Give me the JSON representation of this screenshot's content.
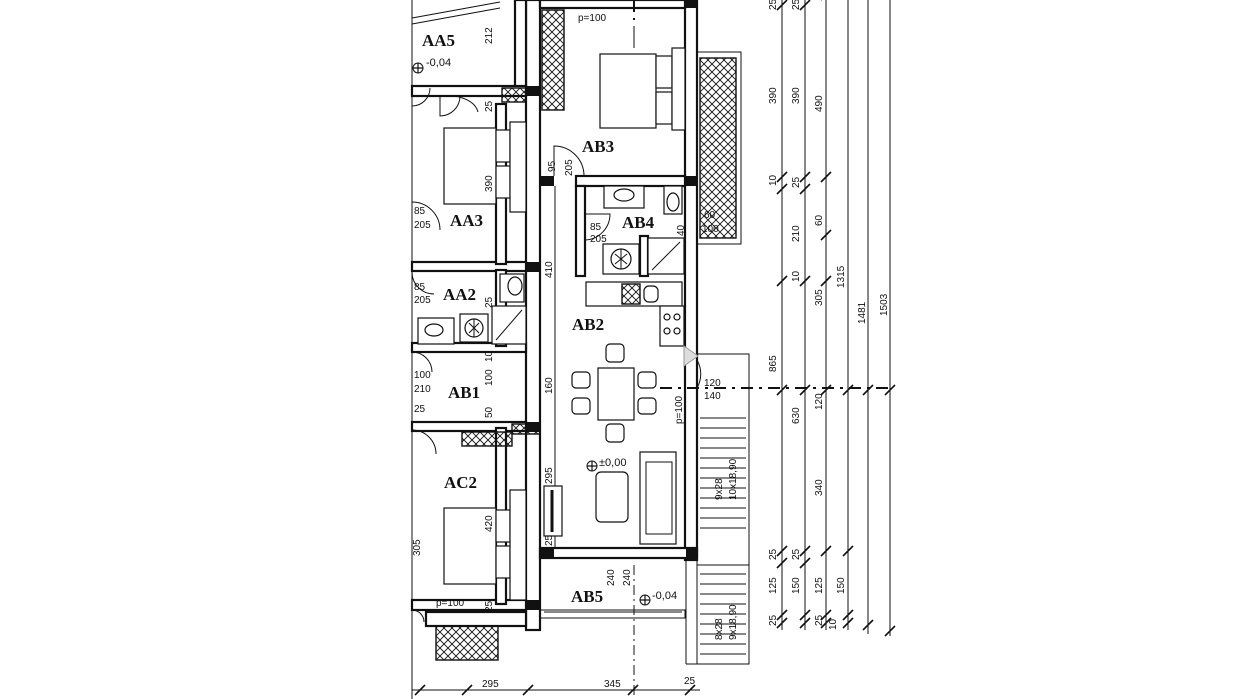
{
  "rooms": {
    "aa5": "AA5",
    "aa3": "AA3",
    "aa2": "AA2",
    "ab1": "AB1",
    "ac2": "AC2",
    "ab3": "AB3",
    "ab4": "AB4",
    "ab2": "AB2",
    "ab5": "AB5"
  },
  "levels": {
    "aa5": "-0,04",
    "ab2": "±0,00",
    "ab5": "-0,04"
  },
  "dims": {
    "p100_top": "p=100",
    "p100_bottom": "p=100",
    "p100_vertical": "p=100",
    "d212": "212",
    "d25_a": "25",
    "d390_aa3": "390",
    "d85_aa3": "85",
    "d205_aa3": "205",
    "d85_aa2": "85",
    "d205_aa2": "205",
    "d25_aa2": "25",
    "d100_ab1": "100",
    "d210_ab1": "210",
    "d25_ab1": "25",
    "d100_ab1v": "100",
    "d10_ab1v": "10",
    "d50_ab1": "50",
    "d420_ac2": "420",
    "d305_ac2": "305",
    "d25_ac2": "25",
    "d95_ab3": "95",
    "d205_ab3": "205",
    "d85_ab4": "85",
    "d205_ab4": "205",
    "d60_ab4": "60",
    "d100_ab4": "100",
    "d40_ab4": "40",
    "d410": "410",
    "d160": "160",
    "d295": "295",
    "d25_b": "25",
    "d240_a": "240",
    "d240_b": "240",
    "d120_stair": "120",
    "d140_stair": "140",
    "stair_top": "10x18,90",
    "stair_top2": "9x28",
    "stair_bottom": "9x18,90",
    "stair_bottom2": "8x28",
    "r_25_top_a": "25",
    "r_25_top_b": "25",
    "r_390_a": "390",
    "r_390_b": "390",
    "r_490": "490",
    "r_10_a": "10",
    "r_25_c": "25",
    "r_210": "210",
    "r_60": "60",
    "r_10_b": "10",
    "r_305": "305",
    "r_1315": "1315",
    "r_1481": "1481",
    "r_1503": "1503",
    "r_865": "865",
    "r_630": "630",
    "r_120": "120",
    "r_340": "340",
    "r_25_d": "25",
    "r_25_e": "25",
    "r_125_a": "125",
    "r_150_a": "150",
    "r_125_b": "125",
    "r_150_b": "150",
    "r_25_f": "25",
    "r_25_g": "25",
    "r_10_c": "10",
    "b_295": "295",
    "b_345": "345",
    "b_25": "25"
  }
}
